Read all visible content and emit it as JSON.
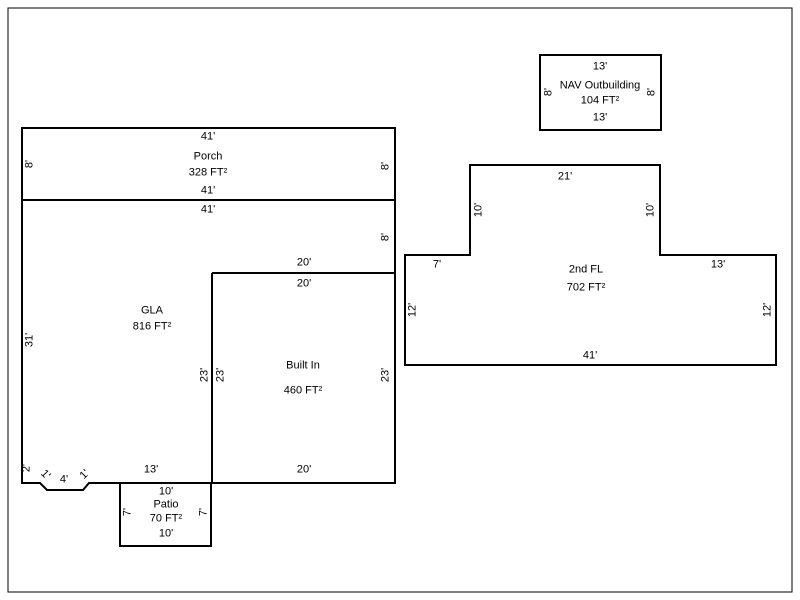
{
  "buildings": {
    "porch": {
      "name": "Porch",
      "area": "328 FT²",
      "dim_top": "41'",
      "dim_bottom": "41'",
      "dim_left": "8'",
      "dim_right": "8'"
    },
    "gla": {
      "name": "GLA",
      "area": "816 FT²",
      "dim_top": "41'",
      "dim_left": "31'",
      "dim_right_upper": "8'",
      "dim_bottom": "13'",
      "notch_left": "2'",
      "notch_diag_left": "1'",
      "notch_middle": "4'",
      "notch_diag_right": "1'"
    },
    "built_in": {
      "name": "Built In",
      "area": "460 FT²",
      "dim_top_outer": "20'",
      "dim_top_inner": "20'",
      "dim_left_outer": "23'",
      "dim_left_inner": "23'",
      "dim_right": "23'",
      "dim_bottom": "20'"
    },
    "patio": {
      "name": "Patio",
      "area": "70 FT²",
      "dim_top": "10'",
      "dim_bottom": "10'",
      "dim_left": "7'",
      "dim_right": "7'"
    },
    "second_floor": {
      "name": "2nd FL",
      "area": "702 FT²",
      "dim_top": "21'",
      "dim_left_upper": "10'",
      "dim_right_upper": "10'",
      "dim_step_left": "7'",
      "dim_step_right": "13'",
      "dim_left": "12'",
      "dim_right": "12'",
      "dim_bottom": "41'"
    },
    "outbuilding": {
      "name": "NAV Outbuilding",
      "area": "104 FT²",
      "dim_top": "13'",
      "dim_bottom": "13'",
      "dim_left": "8'",
      "dim_right": "8'"
    }
  },
  "colors": {
    "line": "#000000",
    "background": "#ffffff"
  }
}
